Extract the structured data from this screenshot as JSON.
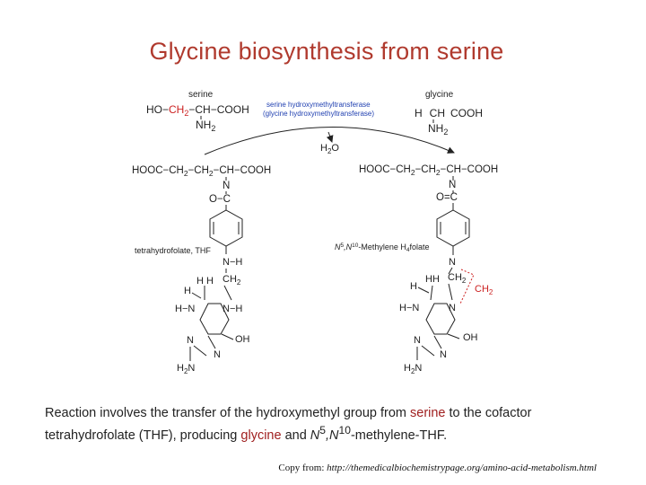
{
  "title": "Glycine biosynthesis from serine",
  "serine": {
    "name": "serine",
    "ho": "HO",
    "ch2": "CH",
    "ch2_sub": "2",
    "ch": "CH",
    "cooh": "COOH",
    "nh2": "NH",
    "nh2_sub": "2"
  },
  "enzyme": {
    "line1": "serine hydroxymethyltransferase",
    "line2": "(glycine hydroxymethyltransferase)"
  },
  "glycine": {
    "name": "glycine",
    "h": "H",
    "ch": "CH",
    "cooh": "COOH",
    "nh2": "NH",
    "nh2_sub": "2"
  },
  "water": {
    "h": "H",
    "sub": "2",
    "o": "O"
  },
  "thf": {
    "glutamate_chain": "HOOC−CH",
    "chain_sub1": "2",
    "chain_mid": "−CH",
    "chain_sub2": "2",
    "chain_end": "−CH−COOH",
    "n": "N",
    "carbonyl": "O−C",
    "name": "tetrahydrofolate, THF",
    "nh_top": "N−H",
    "hh": "H H",
    "ch2": "CH",
    "ch2_sub": "2",
    "h_left": "H",
    "hn_left": "H−N",
    "nh_right": "N−H",
    "n_pyr": "N",
    "oh": "OH",
    "n_bottom": "N",
    "h2n": "H",
    "h2n_sub": "2",
    "h2n_n": "N"
  },
  "methylene_thf": {
    "glutamate_chain": "HOOC−CH",
    "chain_sub1": "2",
    "chain_mid": "−CH",
    "chain_sub2": "2",
    "chain_end": "−CH−COOH",
    "n": "N",
    "carbonyl": "O=C",
    "name_n5": "N",
    "name_sup5": "5",
    "name_n10": ",N",
    "name_sup10": "10",
    "name_rest": "-Methylene H",
    "name_sub4": "4",
    "name_end": "folate",
    "n_top": "N",
    "hh": "HH",
    "ch2": "CH",
    "ch2_sub": "2",
    "h_left": "H",
    "hn_left": "H−N",
    "n_right": "N",
    "n_pyr": "N",
    "oh": "OH",
    "n_bottom": "N",
    "h2n": "H",
    "h2n_sub": "2",
    "h2n_n": "N",
    "new_ch2": "CH",
    "new_ch2_sub": "2"
  },
  "caption": {
    "part1": "Reaction involves the transfer of the hydroxymethyl group from ",
    "serine": "serine",
    "part2": " to the cofactor tetrahydrofolate (THF), producing ",
    "glycine": "glycine",
    "part3": " and ",
    "n5": "N",
    "sup5": "5",
    "n10": ",N",
    "sup10": "10",
    "part4": "-methylene-THF."
  },
  "copy": {
    "prefix": "Copy from: ",
    "source": "http://themedicalbiochemistrypage.org/amino-acid-metabolism.html"
  },
  "colors": {
    "title": "#b03a2e",
    "highlight": "#cc2222",
    "enzyme": "#1f3fb0"
  }
}
